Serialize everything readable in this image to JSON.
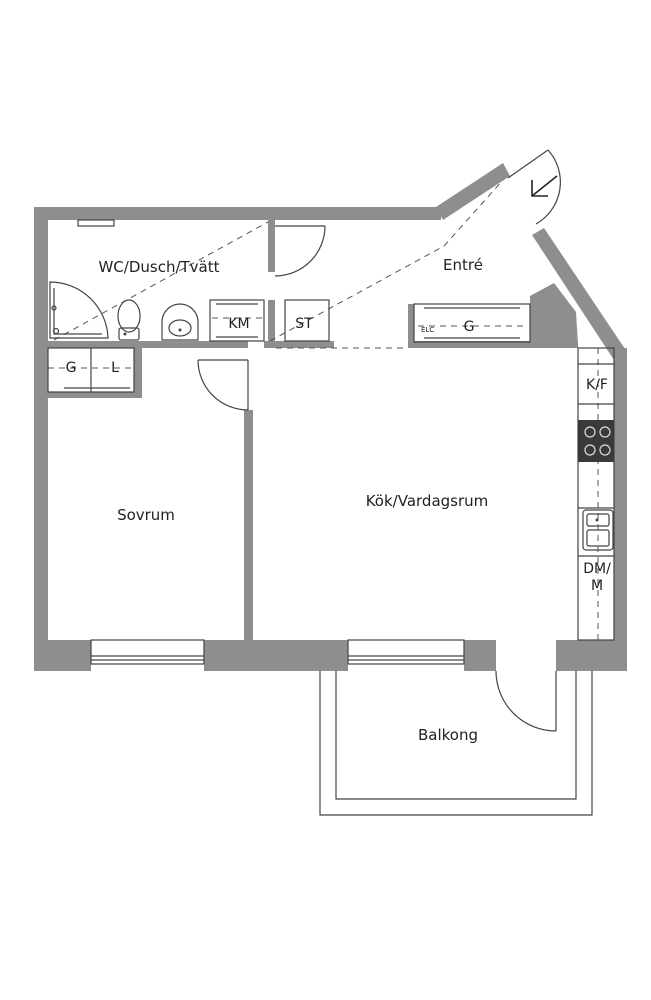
{
  "rooms": {
    "wc": "WC/Dusch/Tvätt",
    "entre": "Entré",
    "sovrum": "Sovrum",
    "kok": "Kök/Vardagsrum",
    "balkong": "Balkong"
  },
  "fixtures": {
    "km": "KM",
    "st": "ST",
    "g_entre": "G",
    "elc": "ELC",
    "g_closet": "G",
    "l_closet": "L",
    "kf": "K/F",
    "dm": "DM/",
    "m": "M"
  },
  "icons": [
    "entrance-arrow-icon",
    "stove-icon",
    "sink-icon",
    "toilet-icon",
    "washbasin-icon",
    "shower-icon"
  ],
  "colors": {
    "wall": "#8e8e8e",
    "line": "#444444",
    "text": "#222222"
  }
}
